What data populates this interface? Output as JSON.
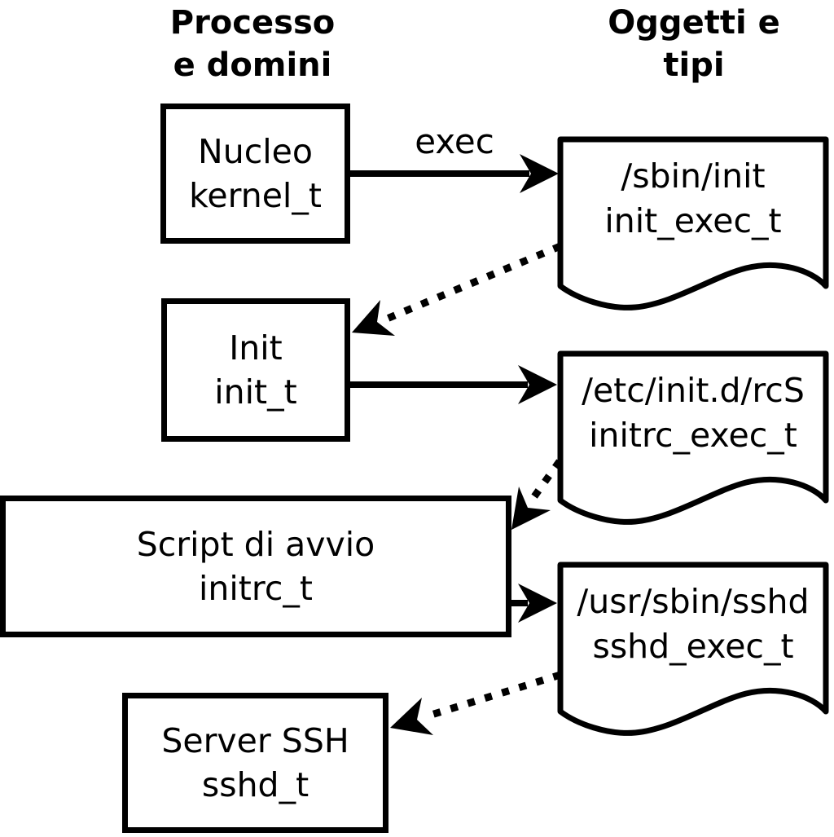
{
  "headers": {
    "left": {
      "line1": "Processo",
      "line2": "e domini"
    },
    "right": {
      "line1": "Oggetti e",
      "line2": "tipi"
    }
  },
  "processes": [
    {
      "name": "Nucleo",
      "type": "kernel_t"
    },
    {
      "name": "Init",
      "type": "init_t"
    },
    {
      "name": "Script di avvio",
      "type": "initrc_t"
    },
    {
      "name": "Server SSH",
      "type": "sshd_t"
    }
  ],
  "objects": [
    {
      "path": "/sbin/init",
      "type": "init_exec_t"
    },
    {
      "path": "/etc/init.d/rcS",
      "type": "initrc_exec_t"
    },
    {
      "path": "/usr/sbin/sshd",
      "type": "sshd_exec_t"
    }
  ],
  "edges": {
    "exec_label": "exec"
  },
  "colors": {
    "foreground": "#000000",
    "background": "#ffffff"
  }
}
